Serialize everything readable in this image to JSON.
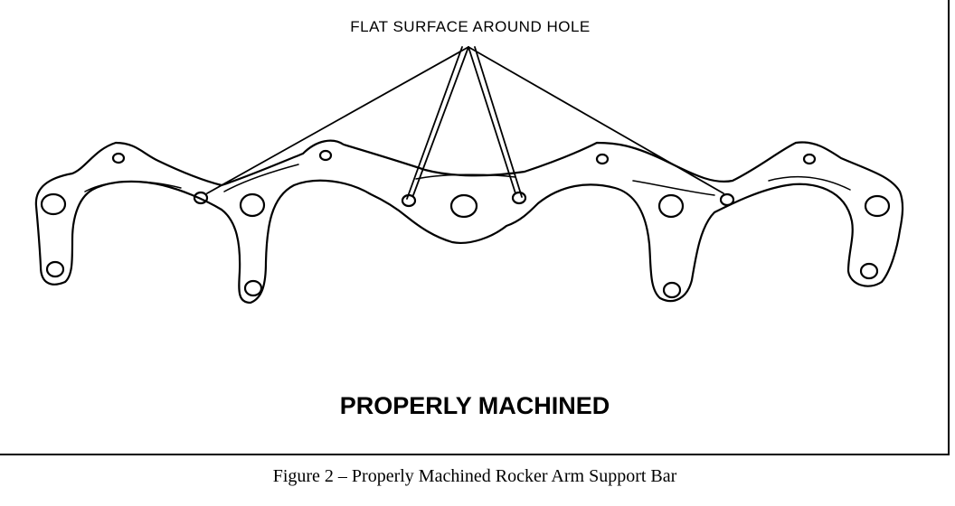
{
  "callout": {
    "label": "FLAT SURFACE AROUND HOLE"
  },
  "diagram": {
    "label": "PROPERLY MACHINED"
  },
  "caption": {
    "text": "Figure 2 – Properly Machined Rocker Arm Support Bar"
  },
  "colors": {
    "line": "#000000",
    "background": "#ffffff"
  }
}
